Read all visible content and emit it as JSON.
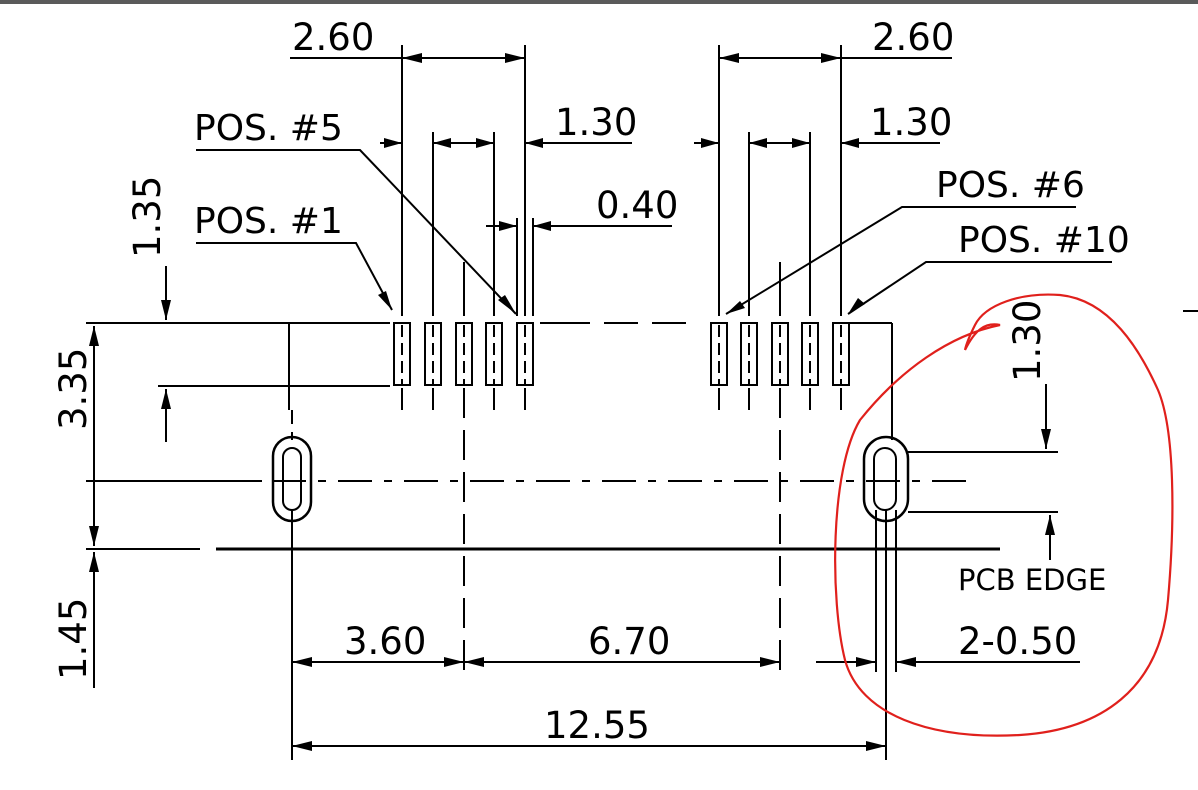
{
  "dimensions": {
    "top_left_width": "2.60",
    "top_right_width": "2.60",
    "left_pitch": "1.30",
    "right_pitch": "1.30",
    "pad_width": "0.40",
    "top_offset": "1.35",
    "body_depth": "3.35",
    "edge_offset": "1.45",
    "slot_offset": "1.30",
    "dist_left": "3.60",
    "dist_mid": "6.70",
    "dist_total": "12.55",
    "slot_width": "2-0.50"
  },
  "labels": {
    "pos5": "POS. #5",
    "pos1": "POS. #1",
    "pos6": "POS. #6",
    "pos10": "POS. #10",
    "pcb_edge": "PCB EDGE"
  },
  "colors": {
    "ink": "#000000",
    "markup": "#e0201c",
    "topbar": "#5a5a5a"
  }
}
